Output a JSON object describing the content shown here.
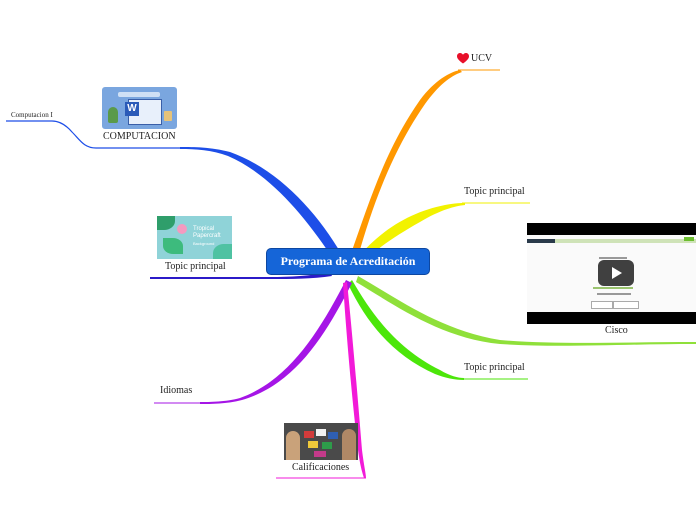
{
  "central": {
    "label": "Programa  de Acreditación"
  },
  "nodes": {
    "ucv": "UCV",
    "topic_right_top": "Topic principal",
    "cisco": "Cisco",
    "topic_right_bottom": "Topic principal",
    "computacion": "COMPUTACION",
    "computacion_child": "Computacion I",
    "topic_left": "Topic principal",
    "idiomas": "Idiomas",
    "calificaciones": "Calificaciones"
  },
  "thumbnails": {
    "tropical_text_1": "Tropical",
    "tropical_text_2": "Papercraft",
    "tropical_text_3": "Background"
  },
  "colors": {
    "central": "#1565d8",
    "ucv_branch": "#ff9800",
    "topic_right_top_branch": "#f2f200",
    "cisco_branch": "#8fe03a",
    "topic_right_bottom_branch": "#4ce60a",
    "computacion_branch": "#1d4ee8",
    "topic_left_branch": "#2b1ac8",
    "idiomas_branch": "#a515e6",
    "calificaciones_branch": "#f21ad8",
    "heart": "#e8102a"
  },
  "icons": [
    "heart-icon",
    "word-app-icon",
    "play-icon"
  ]
}
